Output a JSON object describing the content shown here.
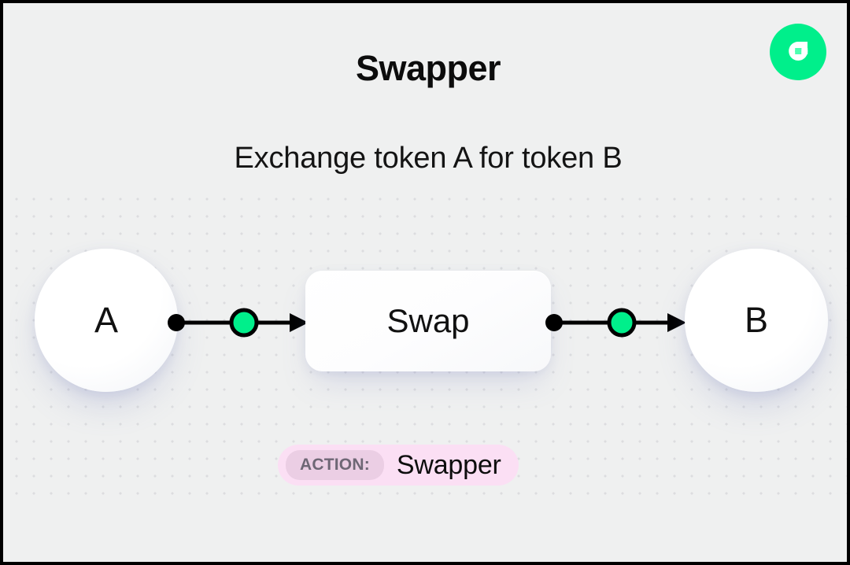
{
  "header": {
    "title": "Swapper",
    "subtitle": "Exchange token A for token B"
  },
  "brand": {
    "logo_icon": "flow-logo-icon",
    "logo_color": "#00ef8b",
    "logo_mark_color": "#ffffff",
    "logo_accent_color": "#4dffb0"
  },
  "diagram": {
    "nodes": [
      {
        "id": "token-a",
        "label": "A",
        "shape": "circle"
      },
      {
        "id": "swap",
        "label": "Swap",
        "shape": "rounded-rect"
      },
      {
        "id": "token-b",
        "label": "B",
        "shape": "circle"
      }
    ],
    "connectors": [
      {
        "id": "connector-a-to-swap",
        "from": "token-a",
        "to": "swap",
        "marker": "arrow",
        "accent_color": "#00ef8b"
      },
      {
        "id": "connector-swap-to-b",
        "from": "swap",
        "to": "token-b",
        "marker": "arrow",
        "accent_color": "#00ef8b"
      }
    ],
    "edge_line_color": "#000000",
    "edge_node_dot_color": "#000000"
  },
  "action_badge": {
    "label": "ACTION:",
    "value": "Swapper",
    "container_color": "#fbdff4",
    "pill_color": "#ebcee4",
    "pill_text_color": "#6e6775"
  },
  "background": {
    "canvas_color": "#eff0f0",
    "dot_color": "#dcdddf",
    "frame_border_color": "#000000"
  }
}
